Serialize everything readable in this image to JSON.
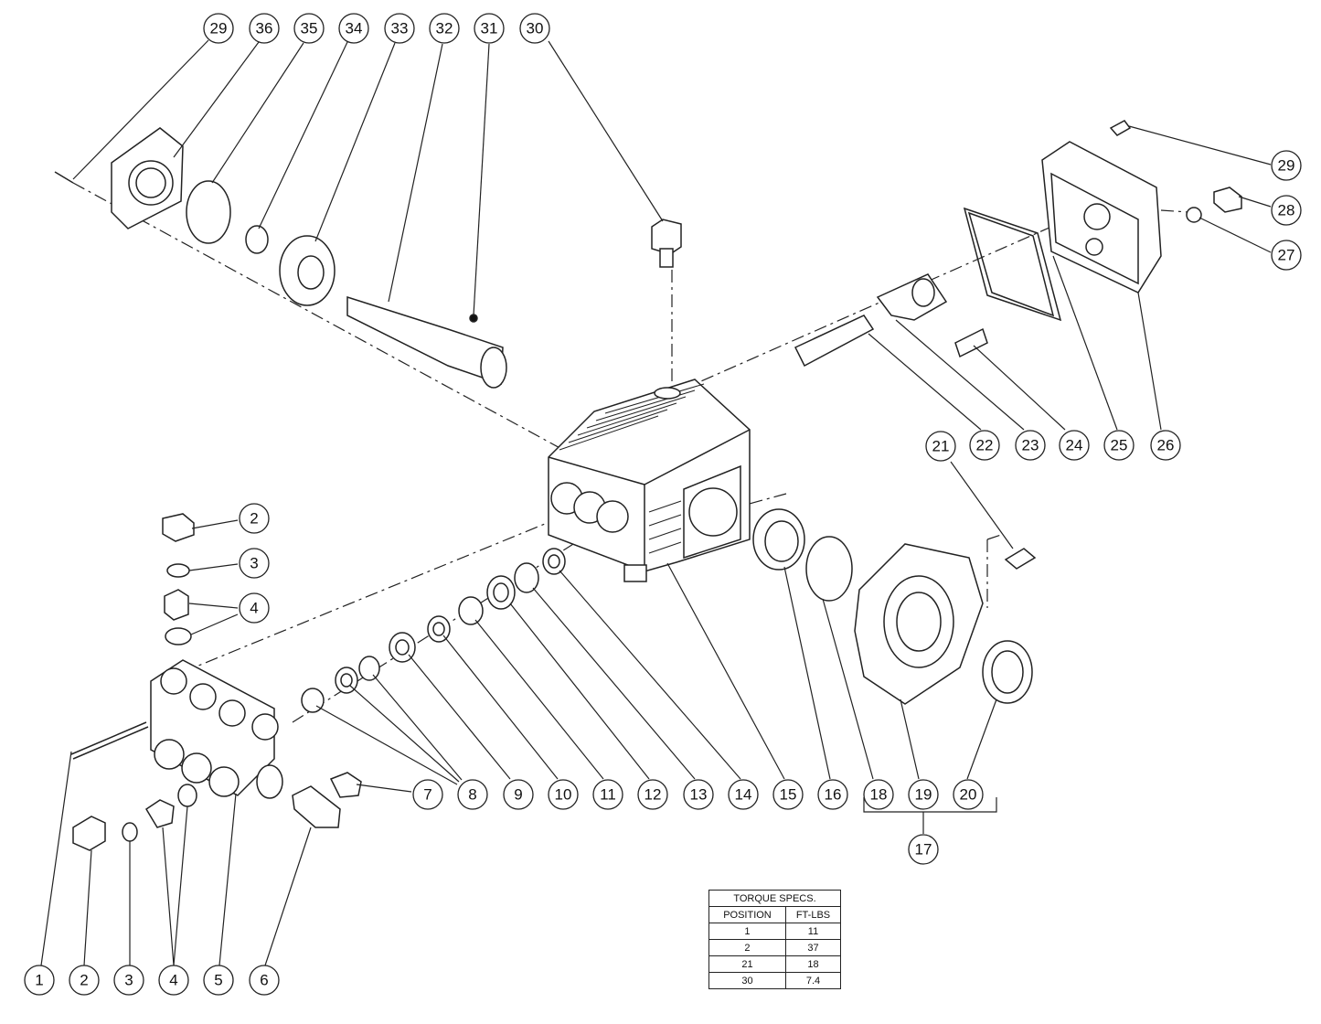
{
  "callouts": [
    {
      "id": "c29a",
      "label": "29"
    },
    {
      "id": "c36",
      "label": "36"
    },
    {
      "id": "c35",
      "label": "35"
    },
    {
      "id": "c34",
      "label": "34"
    },
    {
      "id": "c33",
      "label": "33"
    },
    {
      "id": "c32",
      "label": "32"
    },
    {
      "id": "c31",
      "label": "31"
    },
    {
      "id": "c30",
      "label": "30"
    },
    {
      "id": "c29b",
      "label": "29"
    },
    {
      "id": "c28",
      "label": "28"
    },
    {
      "id": "c27",
      "label": "27"
    },
    {
      "id": "c22",
      "label": "22"
    },
    {
      "id": "c23",
      "label": "23"
    },
    {
      "id": "c24",
      "label": "24"
    },
    {
      "id": "c25",
      "label": "25"
    },
    {
      "id": "c26",
      "label": "26"
    },
    {
      "id": "c21",
      "label": "21"
    },
    {
      "id": "c2a",
      "label": "2"
    },
    {
      "id": "c3a",
      "label": "3"
    },
    {
      "id": "c4a",
      "label": "4"
    },
    {
      "id": "c7",
      "label": "7"
    },
    {
      "id": "c8",
      "label": "8"
    },
    {
      "id": "c9",
      "label": "9"
    },
    {
      "id": "c10",
      "label": "10"
    },
    {
      "id": "c11",
      "label": "11"
    },
    {
      "id": "c12",
      "label": "12"
    },
    {
      "id": "c13",
      "label": "13"
    },
    {
      "id": "c14",
      "label": "14"
    },
    {
      "id": "c15",
      "label": "15"
    },
    {
      "id": "c16",
      "label": "16"
    },
    {
      "id": "c18",
      "label": "18"
    },
    {
      "id": "c19",
      "label": "19"
    },
    {
      "id": "c20",
      "label": "20"
    },
    {
      "id": "c17",
      "label": "17"
    },
    {
      "id": "c1",
      "label": "1"
    },
    {
      "id": "c2b",
      "label": "2"
    },
    {
      "id": "c3b",
      "label": "3"
    },
    {
      "id": "c4b",
      "label": "4"
    },
    {
      "id": "c5",
      "label": "5"
    },
    {
      "id": "c6",
      "label": "6"
    }
  ],
  "torque_table": {
    "title": "TORQUE SPECS.",
    "headers": [
      "POSITION",
      "FT-LBS"
    ],
    "rows": [
      [
        "1",
        "11"
      ],
      [
        "2",
        "37"
      ],
      [
        "21",
        "18"
      ],
      [
        "30",
        "7.4"
      ]
    ]
  }
}
